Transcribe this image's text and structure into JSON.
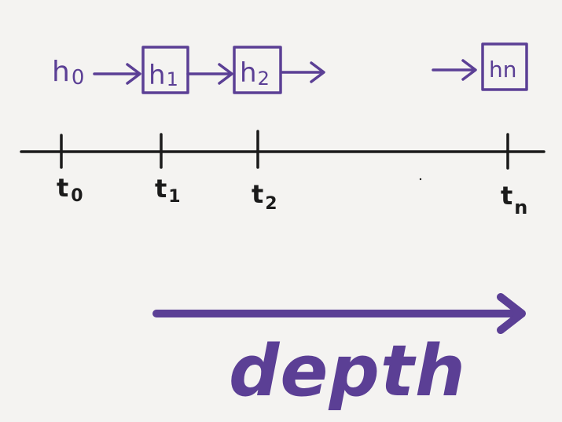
{
  "colors": {
    "background": "#f4f3f1",
    "purple": "#5b3f95",
    "black": "#1b1b1b"
  },
  "states": {
    "h0": {
      "main": "h",
      "sub": "0"
    },
    "h1": {
      "main": "h",
      "sub": "1"
    },
    "h2": {
      "main": "h",
      "sub": "2"
    },
    "hn": {
      "main": "hn"
    }
  },
  "timeline": {
    "t0": {
      "main": "t",
      "sub": "0"
    },
    "t1": {
      "main": "t",
      "sub": "1"
    },
    "t2": {
      "main": "t",
      "sub": "2"
    },
    "tn": {
      "main": "t",
      "sub": "n"
    }
  },
  "depth_label": "depth"
}
